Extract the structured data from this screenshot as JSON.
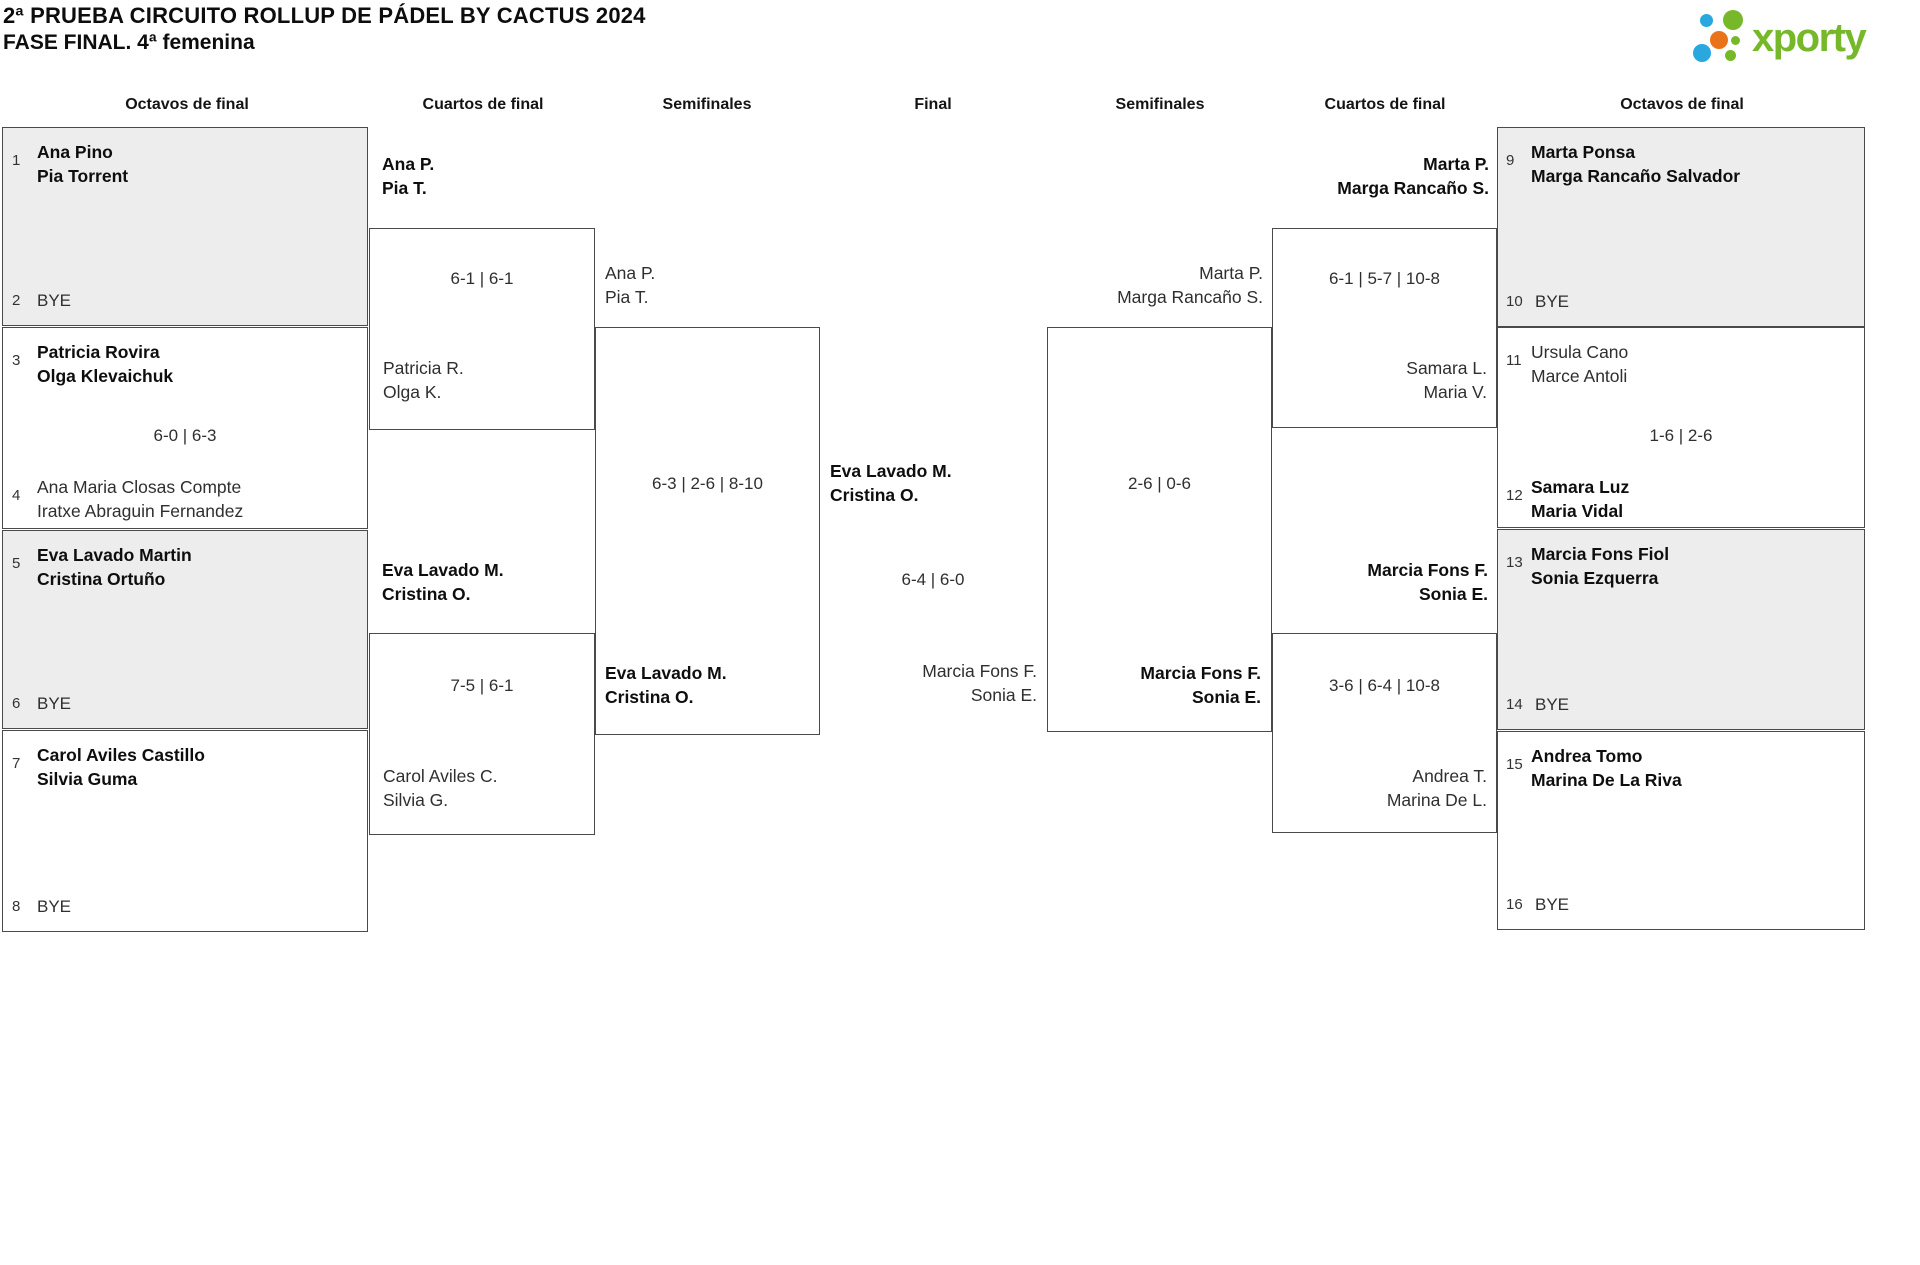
{
  "title": {
    "line1": "2ª PRUEBA CIRCUITO ROLLUP DE PÁDEL BY CACTUS 2024",
    "line2": "FASE FINAL. 4ª femenina"
  },
  "logo": {
    "brand": "xporty"
  },
  "colors": {
    "brand_green": "#76b82a",
    "brand_blue": "#29a8e0",
    "brand_orange": "#e8731a",
    "box_shade": "#ededed",
    "line": "#4a4a4a"
  },
  "headers": {
    "c1": "Octavos de final",
    "c2": "Cuartos de final",
    "c3": "Semifinales",
    "c4": "Final",
    "c5": "Semifinales",
    "c6": "Cuartos de final",
    "c7": "Octavos de final"
  },
  "r16": {
    "m1": {
      "seed_a": "1",
      "team_a1": "Ana Pino",
      "team_a2": "Pia Torrent",
      "seed_b": "2",
      "bye": "BYE"
    },
    "m2": {
      "seed_a": "3",
      "team_a1": "Patricia Rovira",
      "team_a2": "Olga Klevaichuk",
      "score": "6-0 | 6-3",
      "seed_b": "4",
      "team_b1": "Ana Maria Closas Compte",
      "team_b2": "Iratxe Abraguin Fernandez"
    },
    "m3": {
      "seed_a": "5",
      "team_a1": "Eva Lavado Martin",
      "team_a2": "Cristina Ortuño",
      "seed_b": "6",
      "bye": "BYE"
    },
    "m4": {
      "seed_a": "7",
      "team_a1": "Carol Aviles Castillo",
      "team_a2": "Silvia Guma",
      "seed_b": "8",
      "bye": "BYE"
    },
    "m5": {
      "seed_a": "9",
      "team_a1": "Marta Ponsa",
      "team_a2": "Marga Rancaño Salvador",
      "seed_b": "10",
      "bye": "BYE"
    },
    "m6": {
      "seed_a": "11",
      "team_a1": "Ursula Cano",
      "team_a2": "Marce Antoli",
      "score": "1-6 | 2-6",
      "seed_b": "12",
      "team_b1": "Samara Luz",
      "team_b2": "Maria Vidal"
    },
    "m7": {
      "seed_a": "13",
      "team_a1": "Marcia Fons Fiol",
      "team_a2": "Sonia Ezquerra",
      "seed_b": "14",
      "bye": "BYE"
    },
    "m8": {
      "seed_a": "15",
      "team_a1": "Andrea Tomo",
      "team_a2": "Marina De La Riva",
      "seed_b": "16",
      "bye": "BYE"
    }
  },
  "qf": {
    "left_top": {
      "entrant1": [
        "Ana P.",
        "Pia T."
      ],
      "score": "6-1 | 6-1",
      "entrant2": [
        "Patricia R.",
        "Olga K."
      ]
    },
    "left_bottom": {
      "entrant1": [
        "Eva Lavado M.",
        "Cristina O."
      ],
      "score": "7-5 | 6-1",
      "entrant2": [
        "Carol Aviles C.",
        "Silvia G."
      ]
    },
    "right_top": {
      "entrant1": [
        "Marta P.",
        "Marga Rancaño S."
      ],
      "score": "6-1 | 5-7 | 10-8",
      "entrant2": [
        "Samara L.",
        "Maria V."
      ]
    },
    "right_bottom": {
      "entrant1": [
        "Marcia Fons F.",
        "Sonia E."
      ],
      "score": "3-6 | 6-4 | 10-8",
      "entrant2": [
        "Andrea T.",
        "Marina De L."
      ]
    }
  },
  "sf": {
    "left": {
      "entrant1": [
        "Ana P.",
        "Pia T."
      ],
      "score": "6-3 | 2-6 | 8-10",
      "entrant2": [
        "Eva Lavado M.",
        "Cristina O."
      ]
    },
    "right": {
      "entrant1": [
        "Marta P.",
        "Marga Rancaño S."
      ],
      "score": "2-6 | 0-6",
      "entrant2": [
        "Marcia Fons F.",
        "Sonia E."
      ]
    }
  },
  "final": {
    "team_left": [
      "Eva Lavado M.",
      "Cristina O."
    ],
    "score": "6-4 | 6-0",
    "team_right": [
      "Marcia Fons F.",
      "Sonia E."
    ]
  }
}
